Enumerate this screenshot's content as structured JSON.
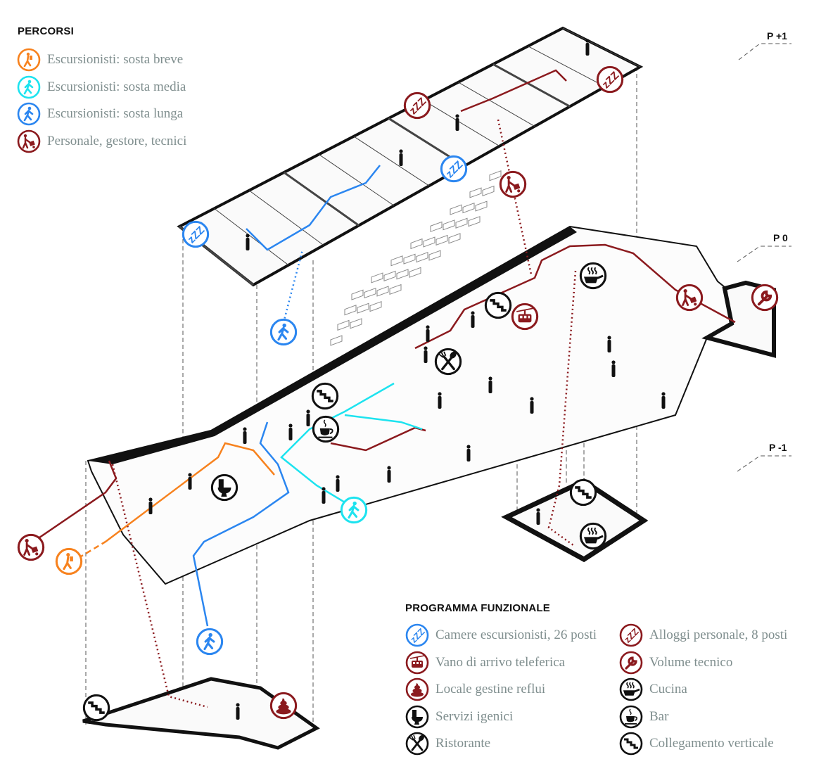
{
  "percorsi": {
    "title": "PERCORSI",
    "items": [
      {
        "label": "Escursionisti: sosta breve",
        "icon": "hiker-icon",
        "color": "#f7821e"
      },
      {
        "label": "Escursionisti: sosta media",
        "icon": "walker-icon",
        "color": "#1de3ef"
      },
      {
        "label": "Escursionisti: sosta lunga",
        "icon": "walker-icon",
        "color": "#2b86f0"
      },
      {
        "label": "Personale, gestore, tecnici",
        "icon": "hand-truck-icon",
        "color": "#8b1a1e"
      }
    ]
  },
  "programma": {
    "title": "PROGRAMMA FUNZIONALE",
    "items": [
      {
        "label": "Camere escursionisti, 26 posti",
        "icon": "zzz-icon",
        "color": "#2b86f0"
      },
      {
        "label": "Alloggi personale, 8 posti",
        "icon": "zzz-icon",
        "color": "#8b1a1e"
      },
      {
        "label": "Vano di arrivo teleferica",
        "icon": "cable-car-icon",
        "color": "#8b1a1e"
      },
      {
        "label": "Volume tecnico",
        "icon": "wrench-icon",
        "color": "#8b1a1e"
      },
      {
        "label": "Locale gestine reflui",
        "icon": "waste-icon",
        "color": "#8b1a1e"
      },
      {
        "label": "Cucina",
        "icon": "pan-icon",
        "color": "#111111"
      },
      {
        "label": "Servizi igenici",
        "icon": "toilet-icon",
        "color": "#111111"
      },
      {
        "label": "Bar",
        "icon": "cup-icon",
        "color": "#111111"
      },
      {
        "label": "Ristorante",
        "icon": "cutlery-icon",
        "color": "#111111"
      },
      {
        "label": "Collegamento verticale",
        "icon": "stairs-icon",
        "color": "#111111"
      }
    ]
  },
  "floors": {
    "upper": "P +1",
    "ground": "P 0",
    "lower": "P -1"
  }
}
